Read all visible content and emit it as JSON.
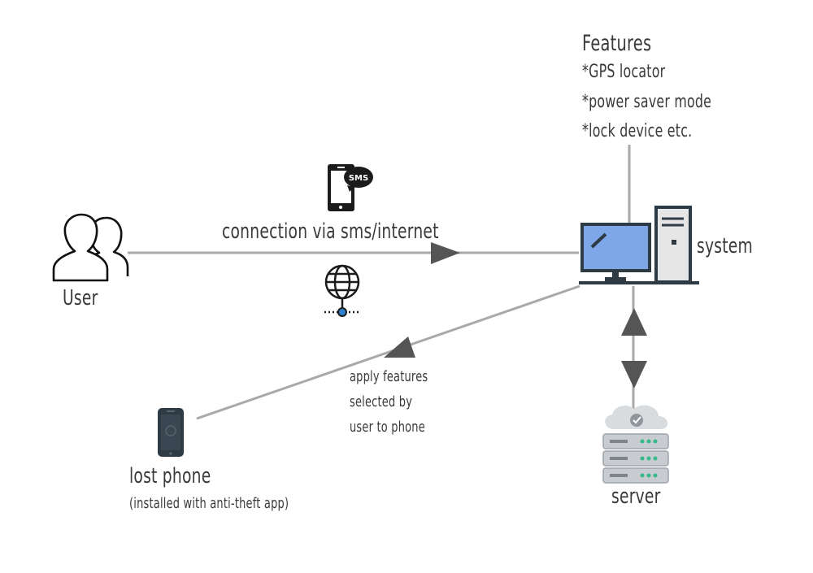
{
  "features": {
    "title": "Features",
    "items": [
      "*GPS locator",
      "*power saver mode",
      "*lock device etc."
    ]
  },
  "connection_label": "connection via sms/internet",
  "sms_badge": "SMS",
  "user_label": "User",
  "system_label": "system",
  "server_label": "server",
  "apply_lines": [
    "apply features",
    "selected by",
    "user to phone"
  ],
  "lost_phone": {
    "label": "lost phone",
    "sublabel": "(installed with anti-theft app)"
  },
  "icons": {
    "user": "users-icon",
    "sms_phone": "sms-phone-icon",
    "globe": "globe-network-icon",
    "computer": "desktop-computer-icon",
    "server": "server-stack-icon",
    "phone": "smartphone-icon"
  },
  "colors": {
    "line": "#a9a9a9",
    "arrow": "#555555",
    "dark": "#2e3a44",
    "screen": "#7ea7e8",
    "server_body": "#c8ccd0",
    "led": "#35b98a",
    "globe_node": "#2f7fd1"
  }
}
